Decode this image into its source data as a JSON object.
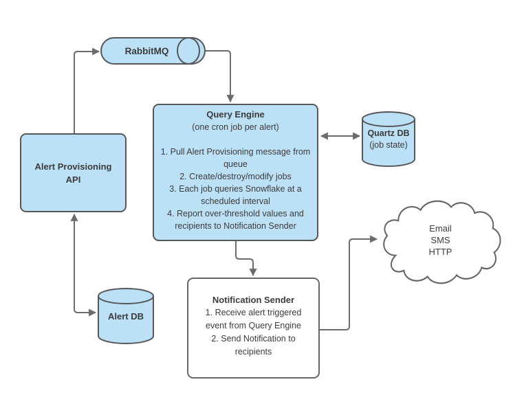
{
  "colors": {
    "canvas_bg": "#ffffff",
    "node_fill": "#bce0f5",
    "node_stroke": "#55565a",
    "plain_fill": "#ffffff",
    "plain_stroke": "#63666a",
    "connector": "#6b6b6b",
    "text": "#3b3b3b"
  },
  "nodes": {
    "rabbitmq": {
      "label": "RabbitMQ",
      "shape": "horizontal-queue-cylinder"
    },
    "query_engine": {
      "title": "Query Engine",
      "subtitle": "(one cron job per alert)",
      "items": [
        "1. Pull Alert Provisioning message from queue",
        "2. Create/destroy/modify jobs",
        "3. Each job queries Snowflake at a scheduled interval",
        "4. Report over-threshold values and recipients to Notification Sender"
      ]
    },
    "quartz_db": {
      "title": "Quartz DB",
      "subtitle": "(job state)",
      "shape": "database-cylinder"
    },
    "alert_provisioning_api": {
      "label": "Alert Provisioning API"
    },
    "alert_db": {
      "label": "Alert DB",
      "shape": "database-cylinder"
    },
    "notification_sender": {
      "title": "Notification Sender",
      "items": [
        "1. Receive alert triggered event from Query Engine",
        "2. Send Notification to recipients"
      ]
    },
    "cloud": {
      "lines": [
        "Email",
        "SMS",
        "HTTP"
      ],
      "shape": "cloud"
    }
  },
  "edges": [
    {
      "from": "alert_provisioning_api",
      "to": "rabbitmq",
      "direction": "one-way"
    },
    {
      "from": "rabbitmq",
      "to": "query_engine",
      "direction": "one-way"
    },
    {
      "from": "query_engine",
      "to": "quartz_db",
      "direction": "two-way"
    },
    {
      "from": "query_engine",
      "to": "notification_sender",
      "direction": "one-way"
    },
    {
      "from": "alert_provisioning_api",
      "to": "alert_db",
      "direction": "two-way"
    },
    {
      "from": "notification_sender",
      "to": "cloud",
      "direction": "one-way"
    }
  ]
}
